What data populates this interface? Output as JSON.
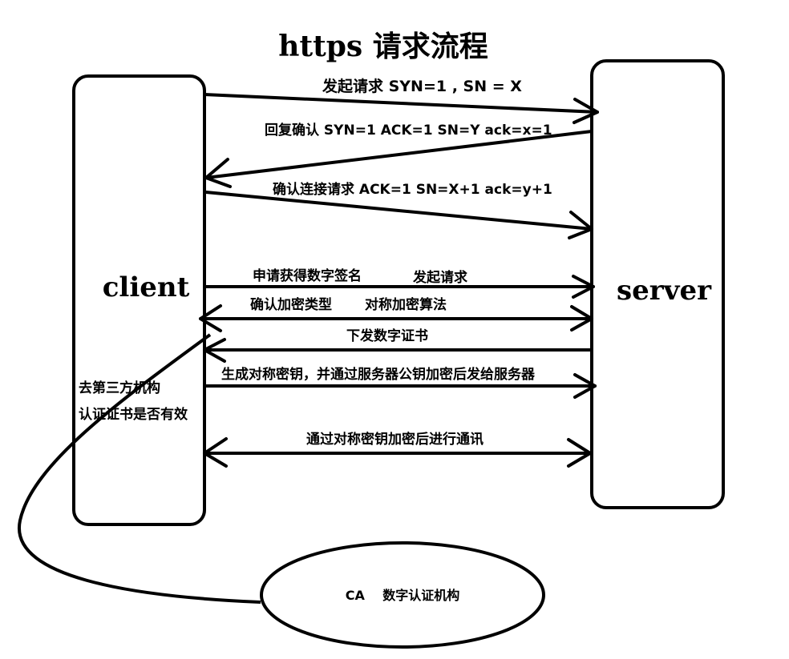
{
  "title": "https  请求流程",
  "nodes": {
    "client": "client",
    "server": "server",
    "ca": "CA    数字认证机构"
  },
  "messages": {
    "syn": "发起请求 SYN=1 , SN = X",
    "syn_ack": "回复确认 SYN=1 ACK=1 SN=Y ack=x=1",
    "ack": "确认连接请求 ACK=1 SN=X+1 ack=y+1",
    "request_signature": "申请获得数字签名",
    "send_request": "发起请求",
    "confirm_encryption": "确认加密类型",
    "symmetric_algorithm": "对称加密算法",
    "send_certificate": "下发数字证书",
    "send_key": "生成对称密钥，并通过服务器公钥加密后发给服务器",
    "ca_note_line1": "去第三方机构",
    "ca_note_line2": "认证证书是否有效",
    "communicate": "通过对称密钥加密后进行通讯"
  }
}
